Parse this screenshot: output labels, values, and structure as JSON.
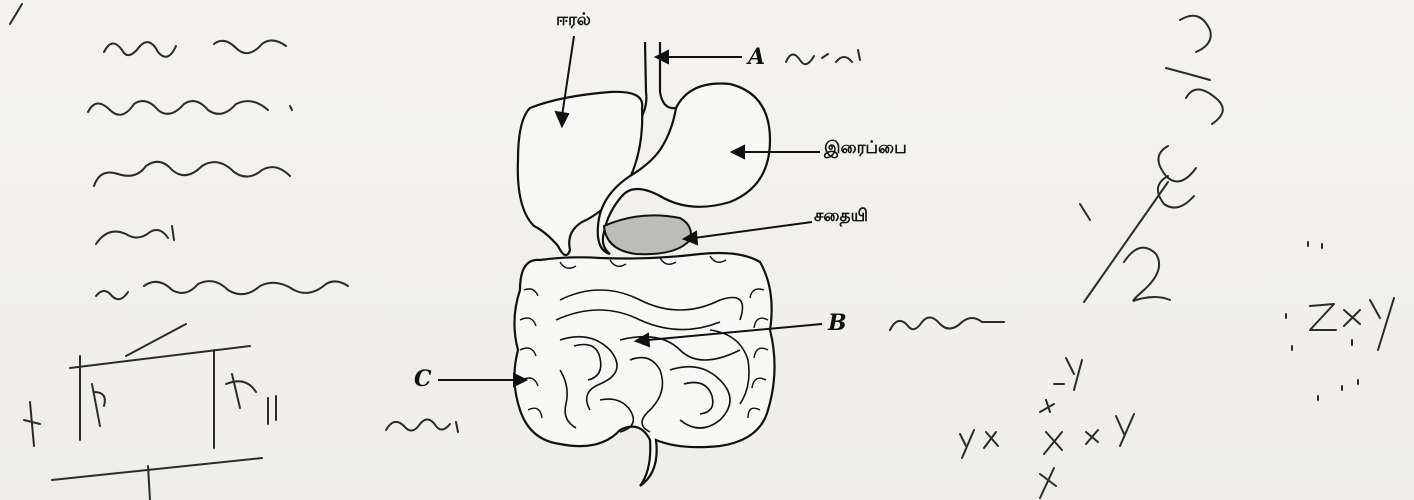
{
  "diagram": {
    "labels": {
      "liver": "ஈரல்",
      "a": "A",
      "stomach": "இரைப்பை",
      "pancreas": "சதையி",
      "b": "B",
      "c": "C"
    }
  },
  "handwriting": {
    "right_fraction": "1/2",
    "right_symbol": "Z x Y",
    "cross_letters": [
      "Y",
      "X",
      "Y",
      "X",
      "Y"
    ]
  },
  "colors": {
    "ink": "#111111",
    "pencil": "#2b2b2b",
    "paper": "#f1f0ed"
  }
}
